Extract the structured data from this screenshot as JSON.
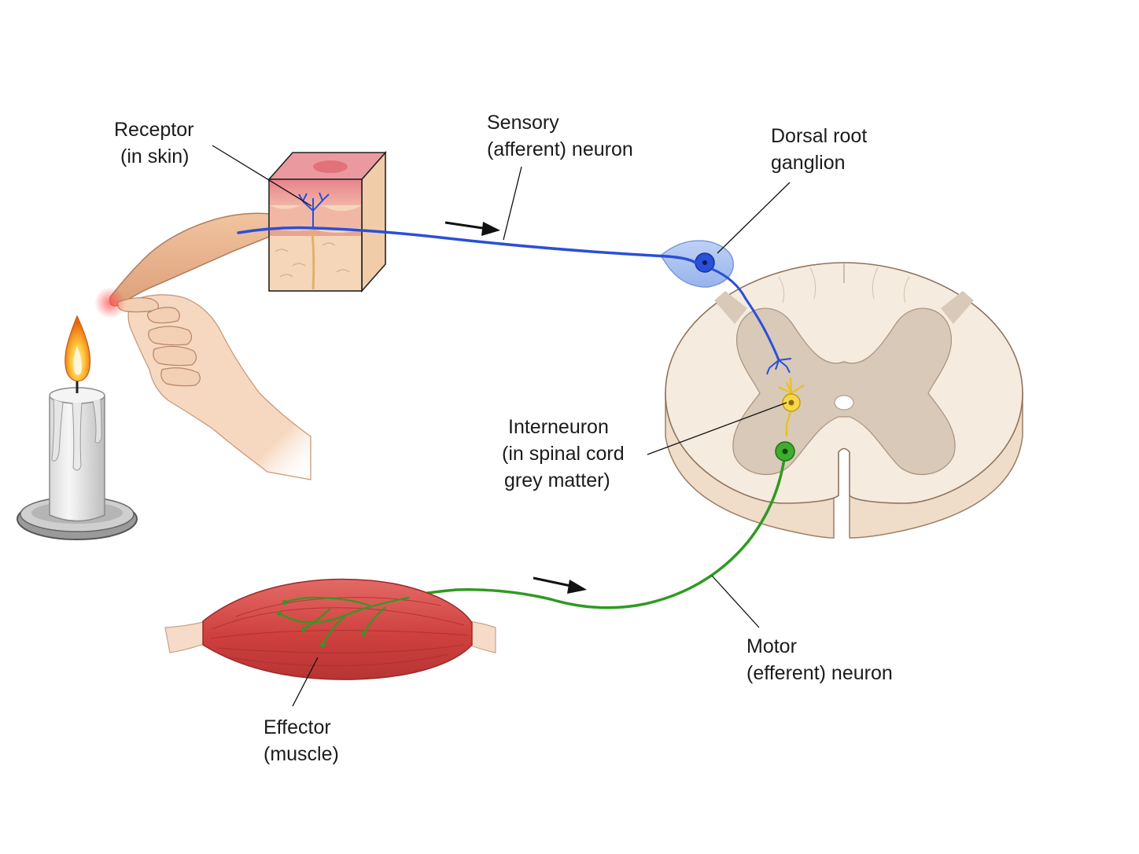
{
  "labels": {
    "receptor": [
      "Receptor",
      "(in skin)"
    ],
    "sensory": [
      "Sensory",
      "(afferent) neuron"
    ],
    "ganglion": [
      "Dorsal root",
      "ganglion"
    ],
    "interneuron": [
      "Interneuron",
      "(in spinal cord",
      "grey matter)"
    ],
    "motor": [
      "Motor",
      "(efferent) neuron"
    ],
    "effector": [
      "Effector",
      "(muscle)"
    ]
  },
  "colors": {
    "sensory_neuron": "#2a4fd8",
    "interneuron": "#e8c21c",
    "motor_neuron": "#2f9a22",
    "muscle": "#d24a48",
    "skin": "#f2c9a8",
    "spinal_white_matter": "#f3e6d8",
    "spinal_grey_matter": "#d5c6b6",
    "flame": "#f7a21b"
  },
  "icons": [
    "candle-icon",
    "hand-icon",
    "skin-block-icon",
    "spinal-cord-icon",
    "muscle-icon",
    "direction-arrow-icon"
  ]
}
